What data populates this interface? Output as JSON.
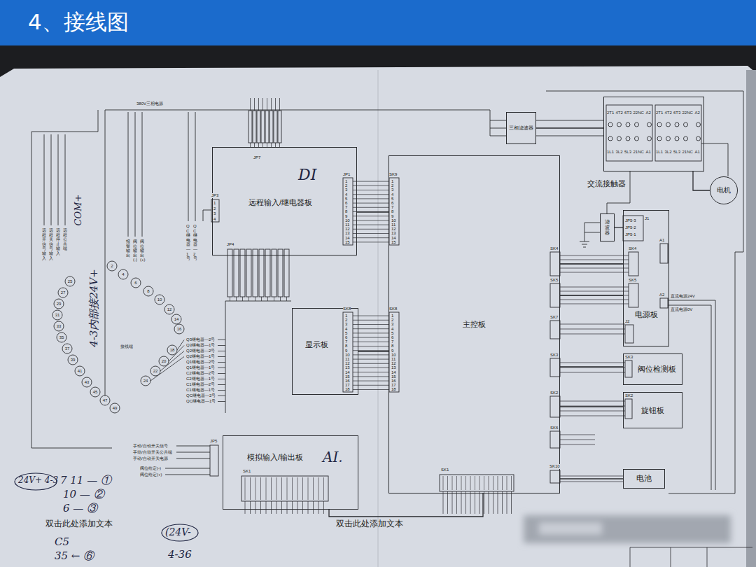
{
  "diagram": {
    "title": "4、接线图",
    "nodes": [
      {
        "text": [
          "远程输入/继电器板",
          "DI"
        ]
      },
      {
        "text": [
          "主控板"
        ]
      },
      {
        "text": [
          "三相滤波器"
        ]
      },
      {
        "text": [
          "交流接触器"
        ]
      },
      {
        "text": [
          "电机"
        ]
      },
      {
        "text": [
          "显示板"
        ]
      },
      {
        "text": [
          "滤波器"
        ]
      },
      {
        "text": [
          "电源板"
        ]
      },
      {
        "text": [
          "阀位检测板"
        ]
      },
      {
        "text": [
          "旋钮板"
        ]
      },
      {
        "text": [
          "模拟输入/输出板",
          "AI."
        ]
      },
      {
        "text": [
          "电池"
        ]
      }
    ],
    "edges": [
      {
        "from": 0,
        "to": 1,
        "arrow": "none"
      },
      {
        "from": 5,
        "to": 1,
        "arrow": "none"
      },
      {
        "from": 1,
        "to": 7,
        "arrow": "none"
      },
      {
        "from": 1,
        "to": 7,
        "arrow": "none"
      },
      {
        "from": 1,
        "to": 8,
        "arrow": "none"
      },
      {
        "from": 1,
        "to": 9,
        "arrow": "none"
      },
      {
        "from": 1,
        "to": 11,
        "arrow": "none"
      },
      {
        "from": 10,
        "to": 1,
        "arrow": "none"
      },
      {
        "from": 2,
        "to": 3,
        "arrow": "none"
      },
      {
        "from": 3,
        "to": 4,
        "arrow": "none"
      },
      {
        "from": 6,
        "to": 7,
        "arrow": "none"
      }
    ],
    "labels": [
      "1",
      "2",
      "3",
      "4",
      "5",
      "6",
      "7",
      "8",
      "9",
      "10",
      "11",
      "12",
      "13",
      "14",
      "15",
      "1",
      "2",
      "3",
      "4",
      "5",
      "6",
      "7",
      "8",
      "9",
      "10",
      "11",
      "12",
      "13",
      "14",
      "15",
      "1",
      "2",
      "3",
      "4",
      "5",
      "6",
      "7",
      "8",
      "9",
      "10",
      "11",
      "12",
      "13",
      "14",
      "15",
      "16",
      "17",
      "18",
      "1",
      "2",
      "3",
      "4",
      "5",
      "6",
      "7",
      "8",
      "9",
      "10",
      "11",
      "12",
      "13",
      "14",
      "15",
      "16",
      "17",
      "18",
      "1",
      "2",
      "3",
      "4",
      "25",
      "27",
      "29",
      "31",
      "33",
      "35",
      "37",
      "39",
      "41",
      "43",
      "45",
      "47",
      "49",
      "2",
      "4",
      "6",
      "8",
      "10",
      "12",
      "14",
      "16",
      "18",
      "20",
      "22",
      "24",
      "380V三相电源",
      "JP1",
      "SK9",
      "SK8",
      "SK8",
      "JP3",
      "JP4",
      "JP7",
      "JP5",
      "SK1",
      "SK1",
      "SK4",
      "SK5",
      "SK7",
      "SK3",
      "SK2",
      "SK6",
      "SK10",
      "J1",
      "JP5-3",
      "JP5-2",
      "JP5-1",
      "SK4",
      "SK5",
      "A1",
      "A2",
      "J2",
      "SK3",
      "SK2",
      "直流电源24V",
      "直流电源0V",
      "2T1",
      "4T2",
      "6T3",
      "22NC",
      "A2",
      "2T1",
      "4T2",
      "6T3",
      "22NC",
      "A2",
      "1L1",
      "3L2",
      "5L3",
      "21NC",
      "A1",
      "1L1",
      "3L2",
      "5L3",
      "21NC",
      "A1",
      "远程开信号输入",
      "远程关信号输入",
      "远程停止输入",
      "远程公共端",
      "报警输出",
      "阀位输出(-)",
      "阀位输出(+)",
      "QC继电器—1号",
      "QC继电器—2号",
      "Q3继电器—2号",
      "Q3继电器—1号",
      "Q2继电器—2号",
      "Q2继电器—1号",
      "Q1继电器—2号",
      "Q1继电器—1号",
      "C2继电器—2号",
      "C2继电器—1号",
      "C1继电器—2号",
      "C1继电器—1号",
      "QC继电器—2号",
      "QC继电器—1号",
      "手动/自动开关信号",
      "手动/自动开关公共端",
      "手动/自动开关电源",
      "阀位给定(-)",
      "阀位给定(+)",
      "接线端",
      "COM+",
      "4-3内部接24V+",
      "24V+ 4-3",
      "7 11 — ①",
      "10 — ②",
      "6 — ③",
      "C5",
      "35 ← ⑥",
      "(24V-",
      "4-36",
      "双击此处添加文本",
      "双击此处添加文本"
    ]
  }
}
